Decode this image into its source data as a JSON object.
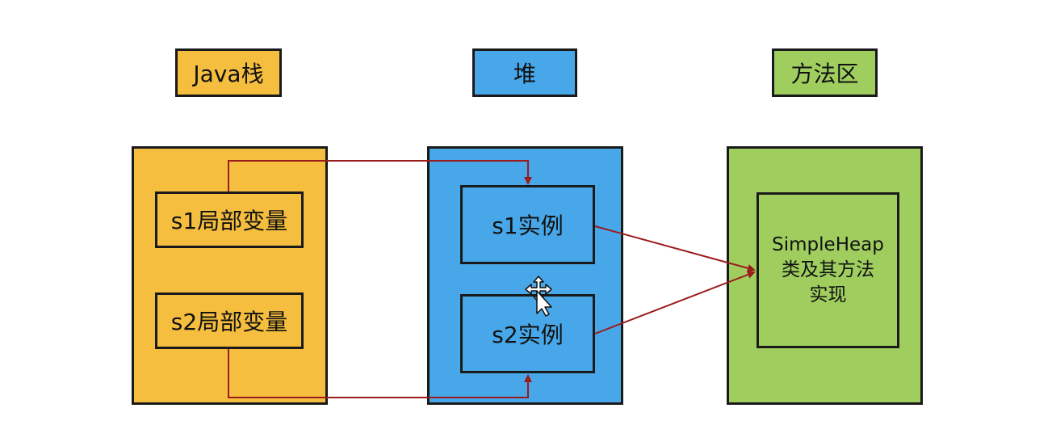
{
  "headers": {
    "stack": "Java栈",
    "heap": "堆",
    "method_area": "方法区"
  },
  "stack": {
    "s1_local": "s1局部变量",
    "s2_local": "s2局部变量"
  },
  "heap": {
    "s1_instance": "s1实例",
    "s2_instance": "s2实例"
  },
  "method_area": {
    "class_line1": "SimpleHeap",
    "class_line2": "类及其方法",
    "class_line3": "实现"
  },
  "colors": {
    "stack": "#f5be3f",
    "heap": "#47a7e8",
    "method_area": "#9fce5f",
    "arrow": "#9b1c1c",
    "border": "#1a1a1a"
  }
}
